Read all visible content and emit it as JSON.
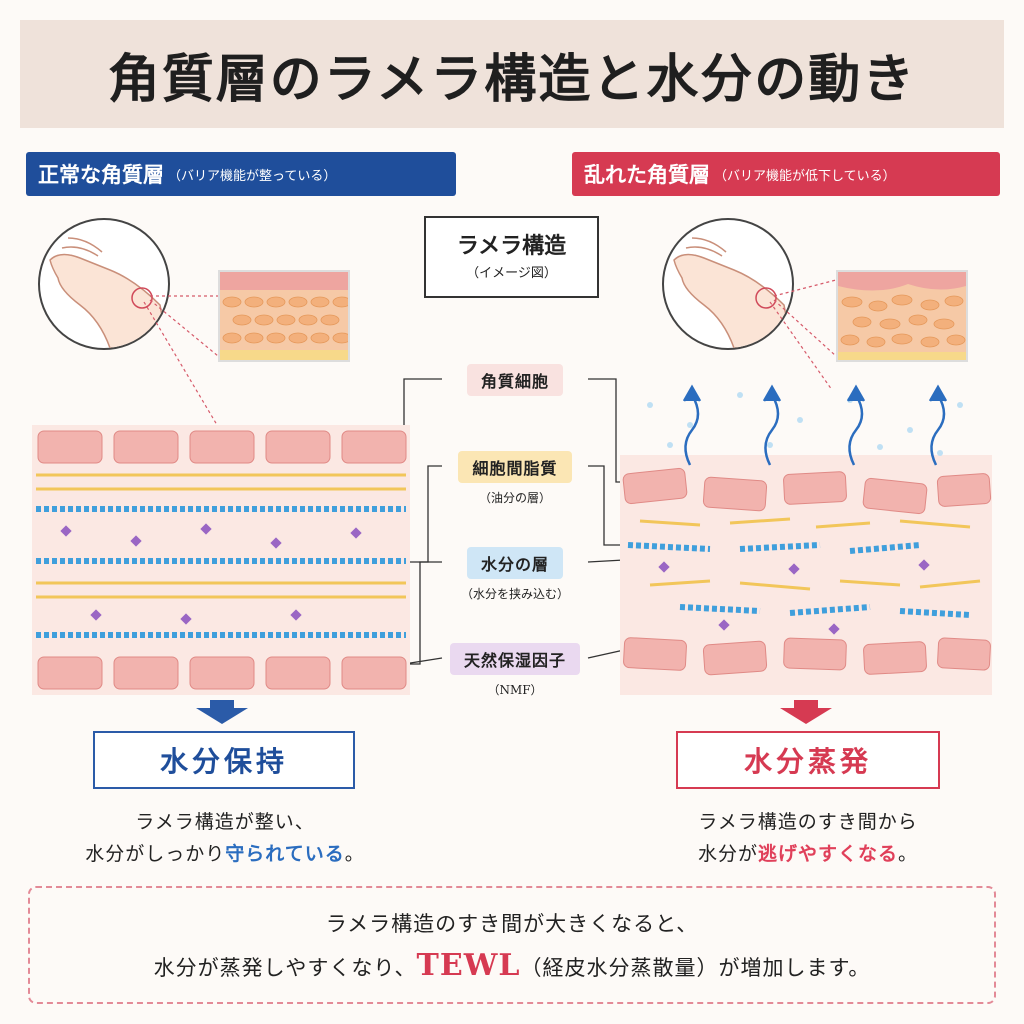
{
  "title": "角質層のラメラ構造と水分の動き",
  "left_tag": {
    "main": "正常な角質層",
    "sub": "（バリア機能が整っている）"
  },
  "right_tag": {
    "main": "乱れた角質層",
    "sub": "（バリア機能が低下している）"
  },
  "lamella": {
    "title": "ラメラ構造",
    "sub": "（イメージ図）"
  },
  "labels": {
    "keratinocyte": "角質細胞",
    "lipid": "細胞間脂質",
    "lipid_sub": "（油分の層）",
    "water": "水分の層",
    "water_sub": "（水分を挟み込む）",
    "nmf": "天然保湿因子",
    "nmf_sub": "（NMF）"
  },
  "left_result": {
    "title": "水分保持",
    "line1": "ラメラ構造が整い、",
    "line2_pre": "水分がしっかり",
    "line2_hl": "守られている",
    "line2_post": "。"
  },
  "right_result": {
    "title": "水分蒸発",
    "line1": "ラメラ構造のすき間から",
    "line2_pre": "水分が",
    "line2_hl": "逃げやすくなる",
    "line2_post": "。"
  },
  "bottom": {
    "line1": "ラメラ構造のすき間が大きくなると、",
    "line2_pre": "水分が蒸発しやすくなり、",
    "tewl": "TEWL",
    "line2_post": "（経皮水分蒸散量）が増加します。"
  },
  "colors": {
    "blue": "#1f4e9b",
    "red": "#d63a52",
    "cell": "#f0a6a6",
    "lipid": "#f2c65a",
    "water": "#3f9fdc",
    "nmf": "#9a66c4"
  },
  "icons": [
    "hand-icon",
    "arrow-down-icon",
    "evaporation-arrow-icon"
  ]
}
